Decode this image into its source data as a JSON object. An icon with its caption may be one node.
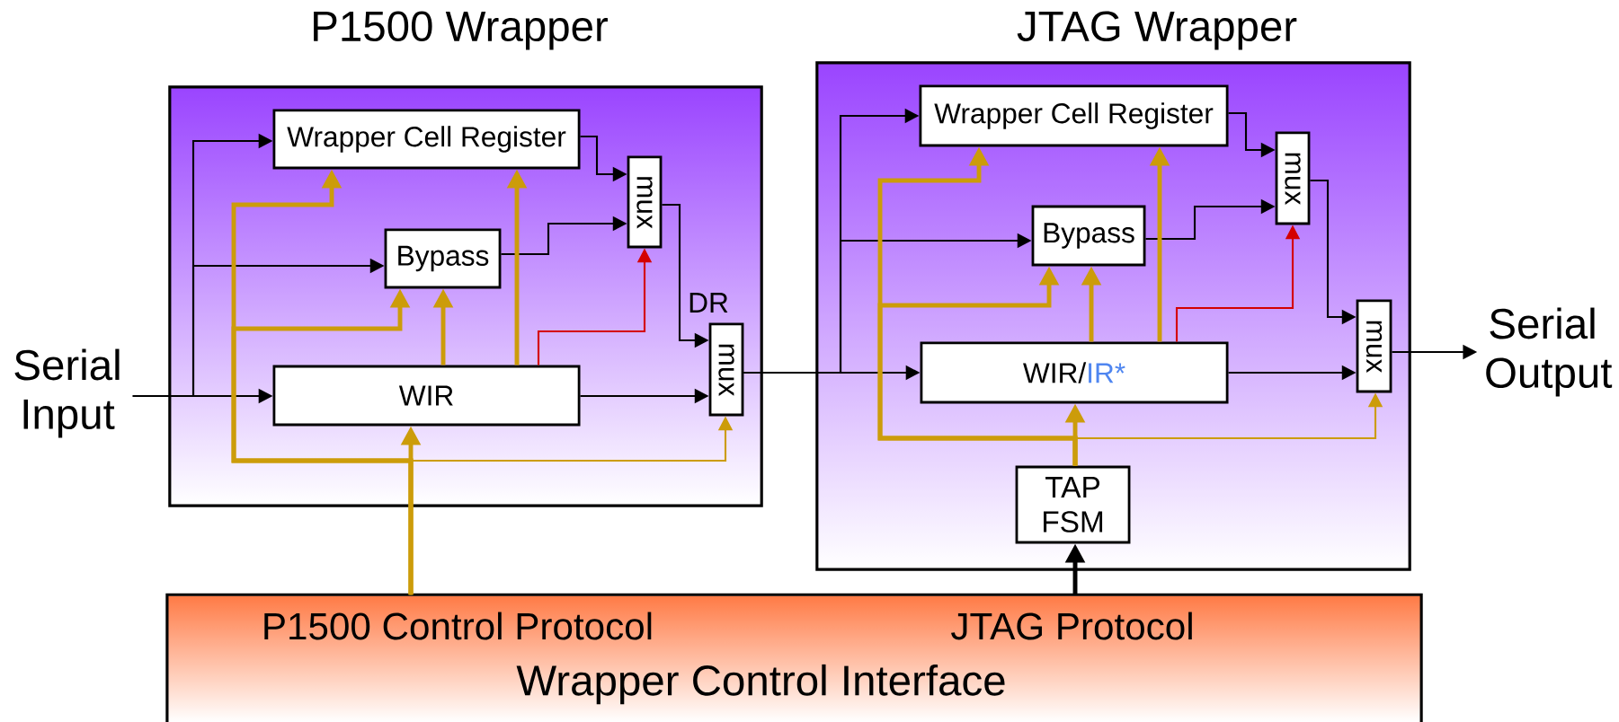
{
  "diagram": {
    "nodes": [
      {
        "text": [
          "P1500 Wrapper"
        ]
      },
      {
        "text": [
          "Wrapper Cell Register"
        ],
        "in": 0
      },
      {
        "text": [
          "Bypass"
        ],
        "in": 0
      },
      {
        "text": [
          "WIR"
        ],
        "in": 0
      },
      {
        "text": [
          "mux"
        ],
        "in": 0
      },
      {
        "text": [
          "mux"
        ],
        "in": 0,
        "beside": [
          "DR"
        ]
      },
      {
        "text": [
          "JTAG Wrapper"
        ]
      },
      {
        "text": [
          "Wrapper Cell Register"
        ],
        "in": 6
      },
      {
        "text": [
          "Bypass"
        ],
        "in": 6
      },
      {
        "text": [
          "WIR/",
          "IR*"
        ],
        "in": 6
      },
      {
        "text": [
          "mux"
        ],
        "in": 6
      },
      {
        "text": [
          "mux"
        ],
        "in": 6
      },
      {
        "text": [
          "TAP FSM"
        ],
        "in": 6
      },
      {
        "text": [
          "Serial Input"
        ]
      },
      {
        "text": [
          "Serial Output"
        ]
      },
      {
        "text": [
          "P1500 Control Protocol",
          "JTAG Protocol",
          "Wrapper Control Interface"
        ]
      }
    ],
    "edges": [
      {
        "from": 13,
        "to": 1,
        "arrow": "to"
      },
      {
        "from": 13,
        "to": 2,
        "arrow": "to"
      },
      {
        "from": 13,
        "to": 3,
        "arrow": "to"
      },
      {
        "from": 1,
        "to": 4,
        "arrow": "to"
      },
      {
        "from": 2,
        "to": 4,
        "arrow": "to"
      },
      {
        "from": 4,
        "to": 5,
        "arrow": "to"
      },
      {
        "from": 3,
        "to": 5,
        "arrow": "to"
      },
      {
        "from": 3,
        "to": 4,
        "arrow": "to",
        "color": "#d40000"
      },
      {
        "from": 15,
        "to": 3,
        "arrow": "to",
        "style": "thick",
        "color": "#cc9c0a"
      },
      {
        "from": 15,
        "to": 1,
        "arrow": "to",
        "style": "thick",
        "color": "#cc9c0a"
      },
      {
        "from": 15,
        "to": 2,
        "arrow": "to",
        "style": "thick",
        "color": "#cc9c0a"
      },
      {
        "from": 15,
        "to": 5,
        "arrow": "to",
        "color": "#cc9c0a"
      },
      {
        "from": 3,
        "to": 2,
        "arrow": "to",
        "style": "thick",
        "color": "#cc9c0a"
      },
      {
        "from": 3,
        "to": 1,
        "arrow": "to",
        "style": "thick",
        "color": "#cc9c0a"
      },
      {
        "from": 5,
        "to": 7,
        "arrow": "to"
      },
      {
        "from": 5,
        "to": 8,
        "arrow": "to"
      },
      {
        "from": 5,
        "to": 9,
        "arrow": "to"
      },
      {
        "from": 7,
        "to": 10,
        "arrow": "to"
      },
      {
        "from": 8,
        "to": 10,
        "arrow": "to"
      },
      {
        "from": 10,
        "to": 11,
        "arrow": "to"
      },
      {
        "from": 9,
        "to": 11,
        "arrow": "to"
      },
      {
        "from": 9,
        "to": 10,
        "arrow": "to",
        "color": "#d40000"
      },
      {
        "from": 11,
        "to": 14,
        "arrow": "to"
      },
      {
        "from": 15,
        "to": 12,
        "arrow": "to",
        "style": "thick"
      },
      {
        "from": 12,
        "to": 9,
        "arrow": "to",
        "style": "thick",
        "color": "#cc9c0a"
      },
      {
        "from": 12,
        "to": 7,
        "arrow": "to",
        "style": "thick",
        "color": "#cc9c0a"
      },
      {
        "from": 12,
        "to": 8,
        "arrow": "to",
        "style": "thick",
        "color": "#cc9c0a"
      },
      {
        "from": 12,
        "to": 11,
        "arrow": "to",
        "color": "#cc9c0a"
      },
      {
        "from": 9,
        "to": 8,
        "arrow": "to",
        "style": "thick",
        "color": "#cc9c0a"
      },
      {
        "from": 9,
        "to": 7,
        "arrow": "to",
        "style": "thick",
        "color": "#cc9c0a"
      }
    ]
  }
}
